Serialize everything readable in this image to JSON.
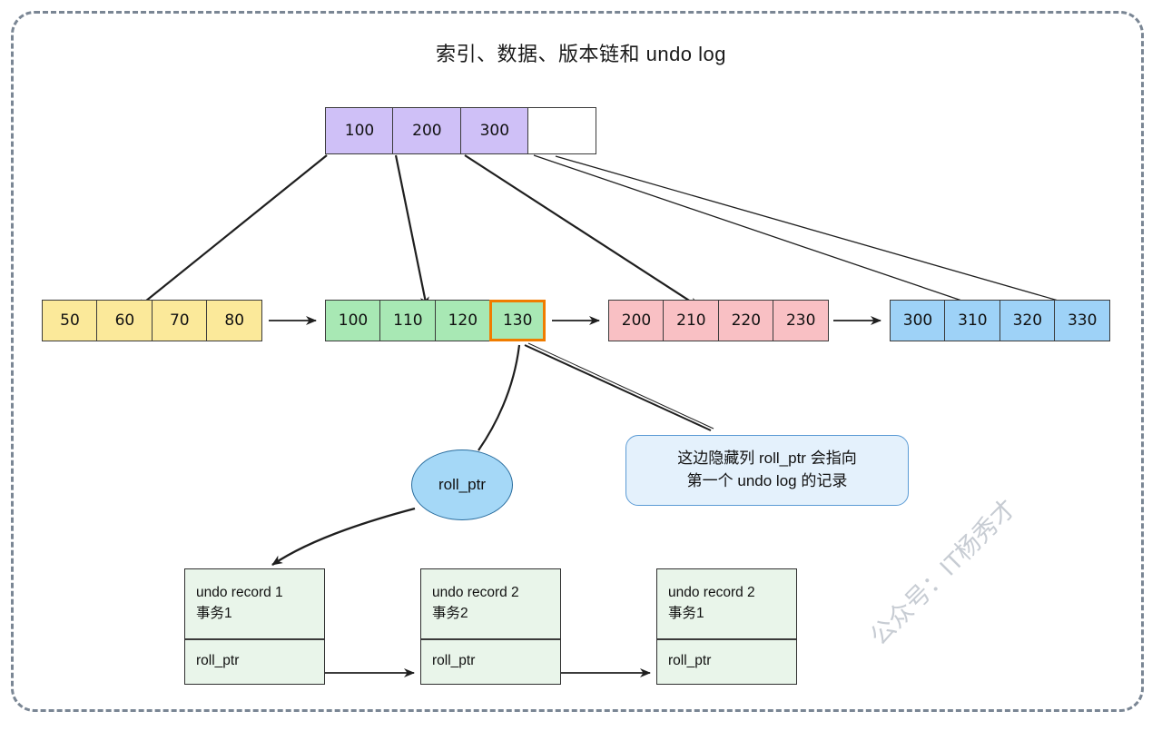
{
  "title": "索引、数据、版本链和 undo log",
  "tree": {
    "root": {
      "cells": [
        "100",
        "200",
        "300",
        ""
      ]
    },
    "leaves": [
      {
        "name": "leaf-yellow",
        "color": "#fbe99a",
        "cells": [
          "50",
          "60",
          "70",
          "80"
        ]
      },
      {
        "name": "leaf-green",
        "color": "#a8e8b4",
        "cells": [
          "100",
          "110",
          "120",
          "130"
        ],
        "highlight_index": 3,
        "highlight_color": "#f07c00"
      },
      {
        "name": "leaf-pink",
        "color": "#f9c0c4",
        "cells": [
          "200",
          "210",
          "220",
          "230"
        ]
      },
      {
        "name": "leaf-blue",
        "color": "#9ed2f7",
        "cells": [
          "300",
          "310",
          "320",
          "330"
        ]
      }
    ]
  },
  "roll_ptr_node": {
    "label": "roll_ptr"
  },
  "callout": {
    "line1": "这边隐藏列 roll_ptr 会指向",
    "line2": "第一个 undo log 的记录"
  },
  "undo_records": [
    {
      "title": "undo record 1",
      "subtitle": "事务1",
      "pointer": "roll_ptr"
    },
    {
      "title": "undo record 2",
      "subtitle": "事务2",
      "pointer": "roll_ptr"
    },
    {
      "title": "undo record 2",
      "subtitle": "事务1",
      "pointer": "roll_ptr"
    }
  ],
  "watermark": "公众号：IT杨秀才",
  "colors": {
    "frame_border": "#7a8694",
    "root_fill": "#cfc0f7",
    "callout_fill": "#e4f1fc",
    "callout_border": "#5b9bd5",
    "ellipse_fill": "#a5d8f7",
    "undo_fill": "#e9f5ea",
    "stroke": "#2f2f2f"
  }
}
